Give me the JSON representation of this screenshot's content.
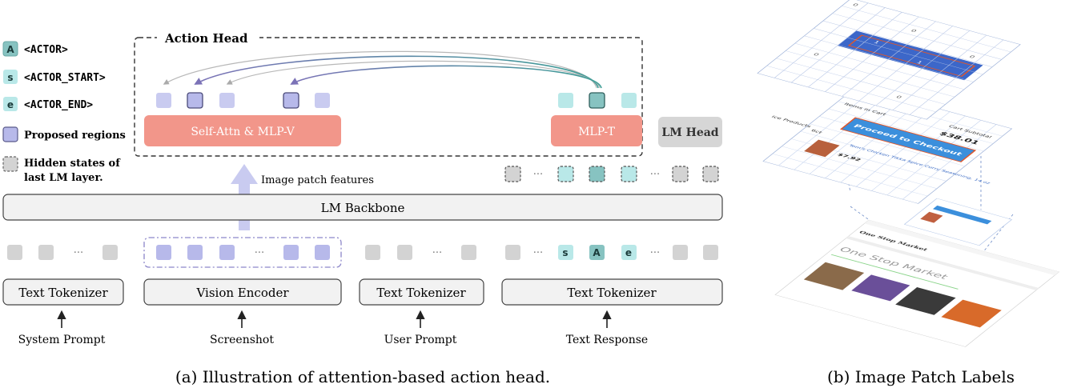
{
  "legend": {
    "actor_glyph": "A",
    "actor_label": "<ACTOR>",
    "start_glyph": "s",
    "start_label": "<ACTOR_START>",
    "end_glyph": "e",
    "end_label": "<ACTOR_END>",
    "regions_label": "Proposed regions",
    "hidden_label_1": "Hidden states of",
    "hidden_label_2": "last LM layer."
  },
  "action_head": {
    "title": "Action Head",
    "attn_label": "Self-Attn & MLP-V",
    "mlp_t_label": "MLP-T"
  },
  "lm_head_label": "LM Head",
  "image_patch_features_label": "Image patch features",
  "backbone_label": "LM Backbone",
  "ellipsis": "···",
  "tokens": {
    "s": "s",
    "a": "A",
    "e": "e"
  },
  "encoders": {
    "tok1": "Text Tokenizer",
    "vision": "Vision Encoder",
    "tok2": "Text Tokenizer",
    "tok3": "Text Tokenizer"
  },
  "inputs": {
    "system": "System Prompt",
    "screenshot": "Screenshot",
    "user": "User Prompt",
    "response": "Text Response"
  },
  "captions": {
    "a": "(a) Illustration of attention-based action head.",
    "b": "(b) Image Patch Labels"
  },
  "patch_labels": {
    "zero": "0",
    "one": "1",
    "cart_subtotal": "Cart Subtotal",
    "cart_amount": "$38.01",
    "checkout": "Proceed to Checkout",
    "items_in_cart": "Items in Cart",
    "products": "ice Products",
    "qty": "6ct",
    "item_name": "Tom's Chicken Tikka Spice Curry Seasoning, 14 oz",
    "price": "$7.92",
    "store_name": "One Stop Market",
    "store_title": "One Stop Market"
  },
  "colors": {
    "attn": "#f2968a",
    "region": "#b7b9ea",
    "region_dark": "#9c9fdc",
    "teal_light": "#b9e8e8",
    "teal_dark": "#87c3c1",
    "hidden": "#d3d3d3",
    "box_fill": "#f2f2f2",
    "arrow_purple": "#7b72b7",
    "arrow_teal": "#3e9e96",
    "arrow_gray": "#b8b8b8",
    "checkout_blue": "#3b8fdc",
    "patch_blue": "#3c67c9"
  }
}
